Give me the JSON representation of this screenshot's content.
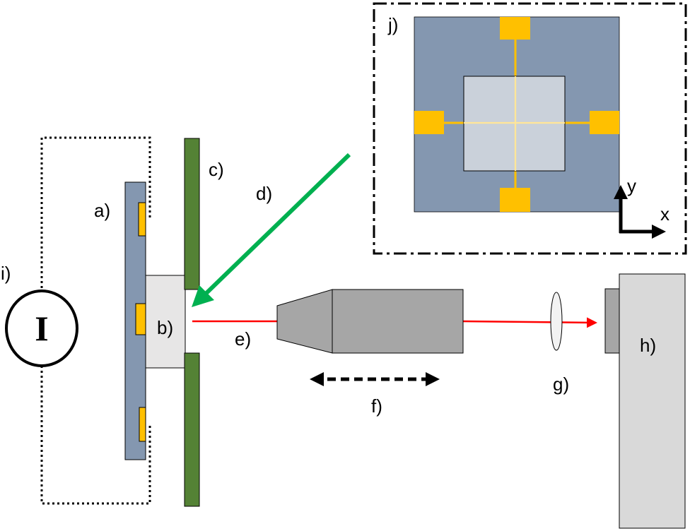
{
  "labels": {
    "a": "a)",
    "b": "b)",
    "c": "c)",
    "d": "d)",
    "e": "e)",
    "f": "f)",
    "g": "g)",
    "h": "h)",
    "i": "i)",
    "j": "j)"
  },
  "current_source_symbol": "I",
  "axes": {
    "x": "x",
    "y": "y"
  },
  "colors": {
    "substrate_blue": "#8497B0",
    "contact_gold": "#FFC000",
    "sample_light": "#E7E6E6",
    "mask_green": "#548235",
    "arrow_green": "#00B050",
    "laser_red": "#FF0000",
    "objective_gray": "#A6A6A6",
    "detector_gray": "#D9D9D9"
  }
}
